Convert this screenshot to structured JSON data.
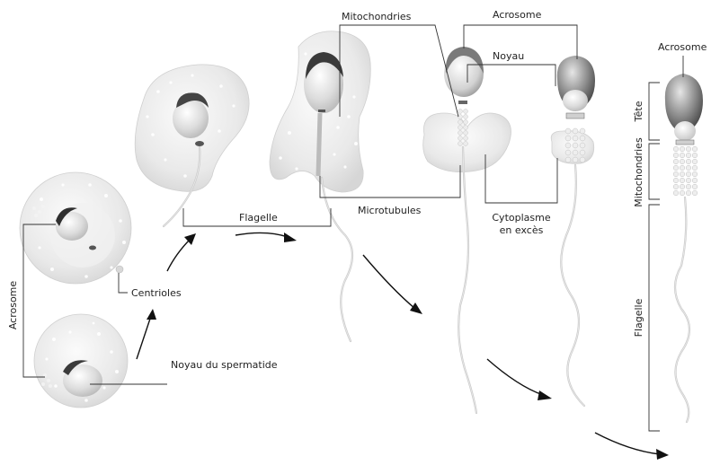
{
  "diagram": {
    "labels": {
      "mitochondries_top": "Mitochondries",
      "acrosome_top": "Acrosome",
      "noyau_top": "Noyau",
      "acrosome_right": "Acrosome",
      "tete": "Tête",
      "mitochondries_side": "Mitochondries",
      "flagelle_side": "Flagelle",
      "flagelle_mid": "Flagelle",
      "microtubules": "Microtubules",
      "cytoplasme_line1": "Cytoplasme",
      "cytoplasme_line2": "en excès",
      "centrioles": "Centrioles",
      "acrosome_left": "Acrosome",
      "noyau_spermatide": "Noyau du spermatide"
    }
  }
}
